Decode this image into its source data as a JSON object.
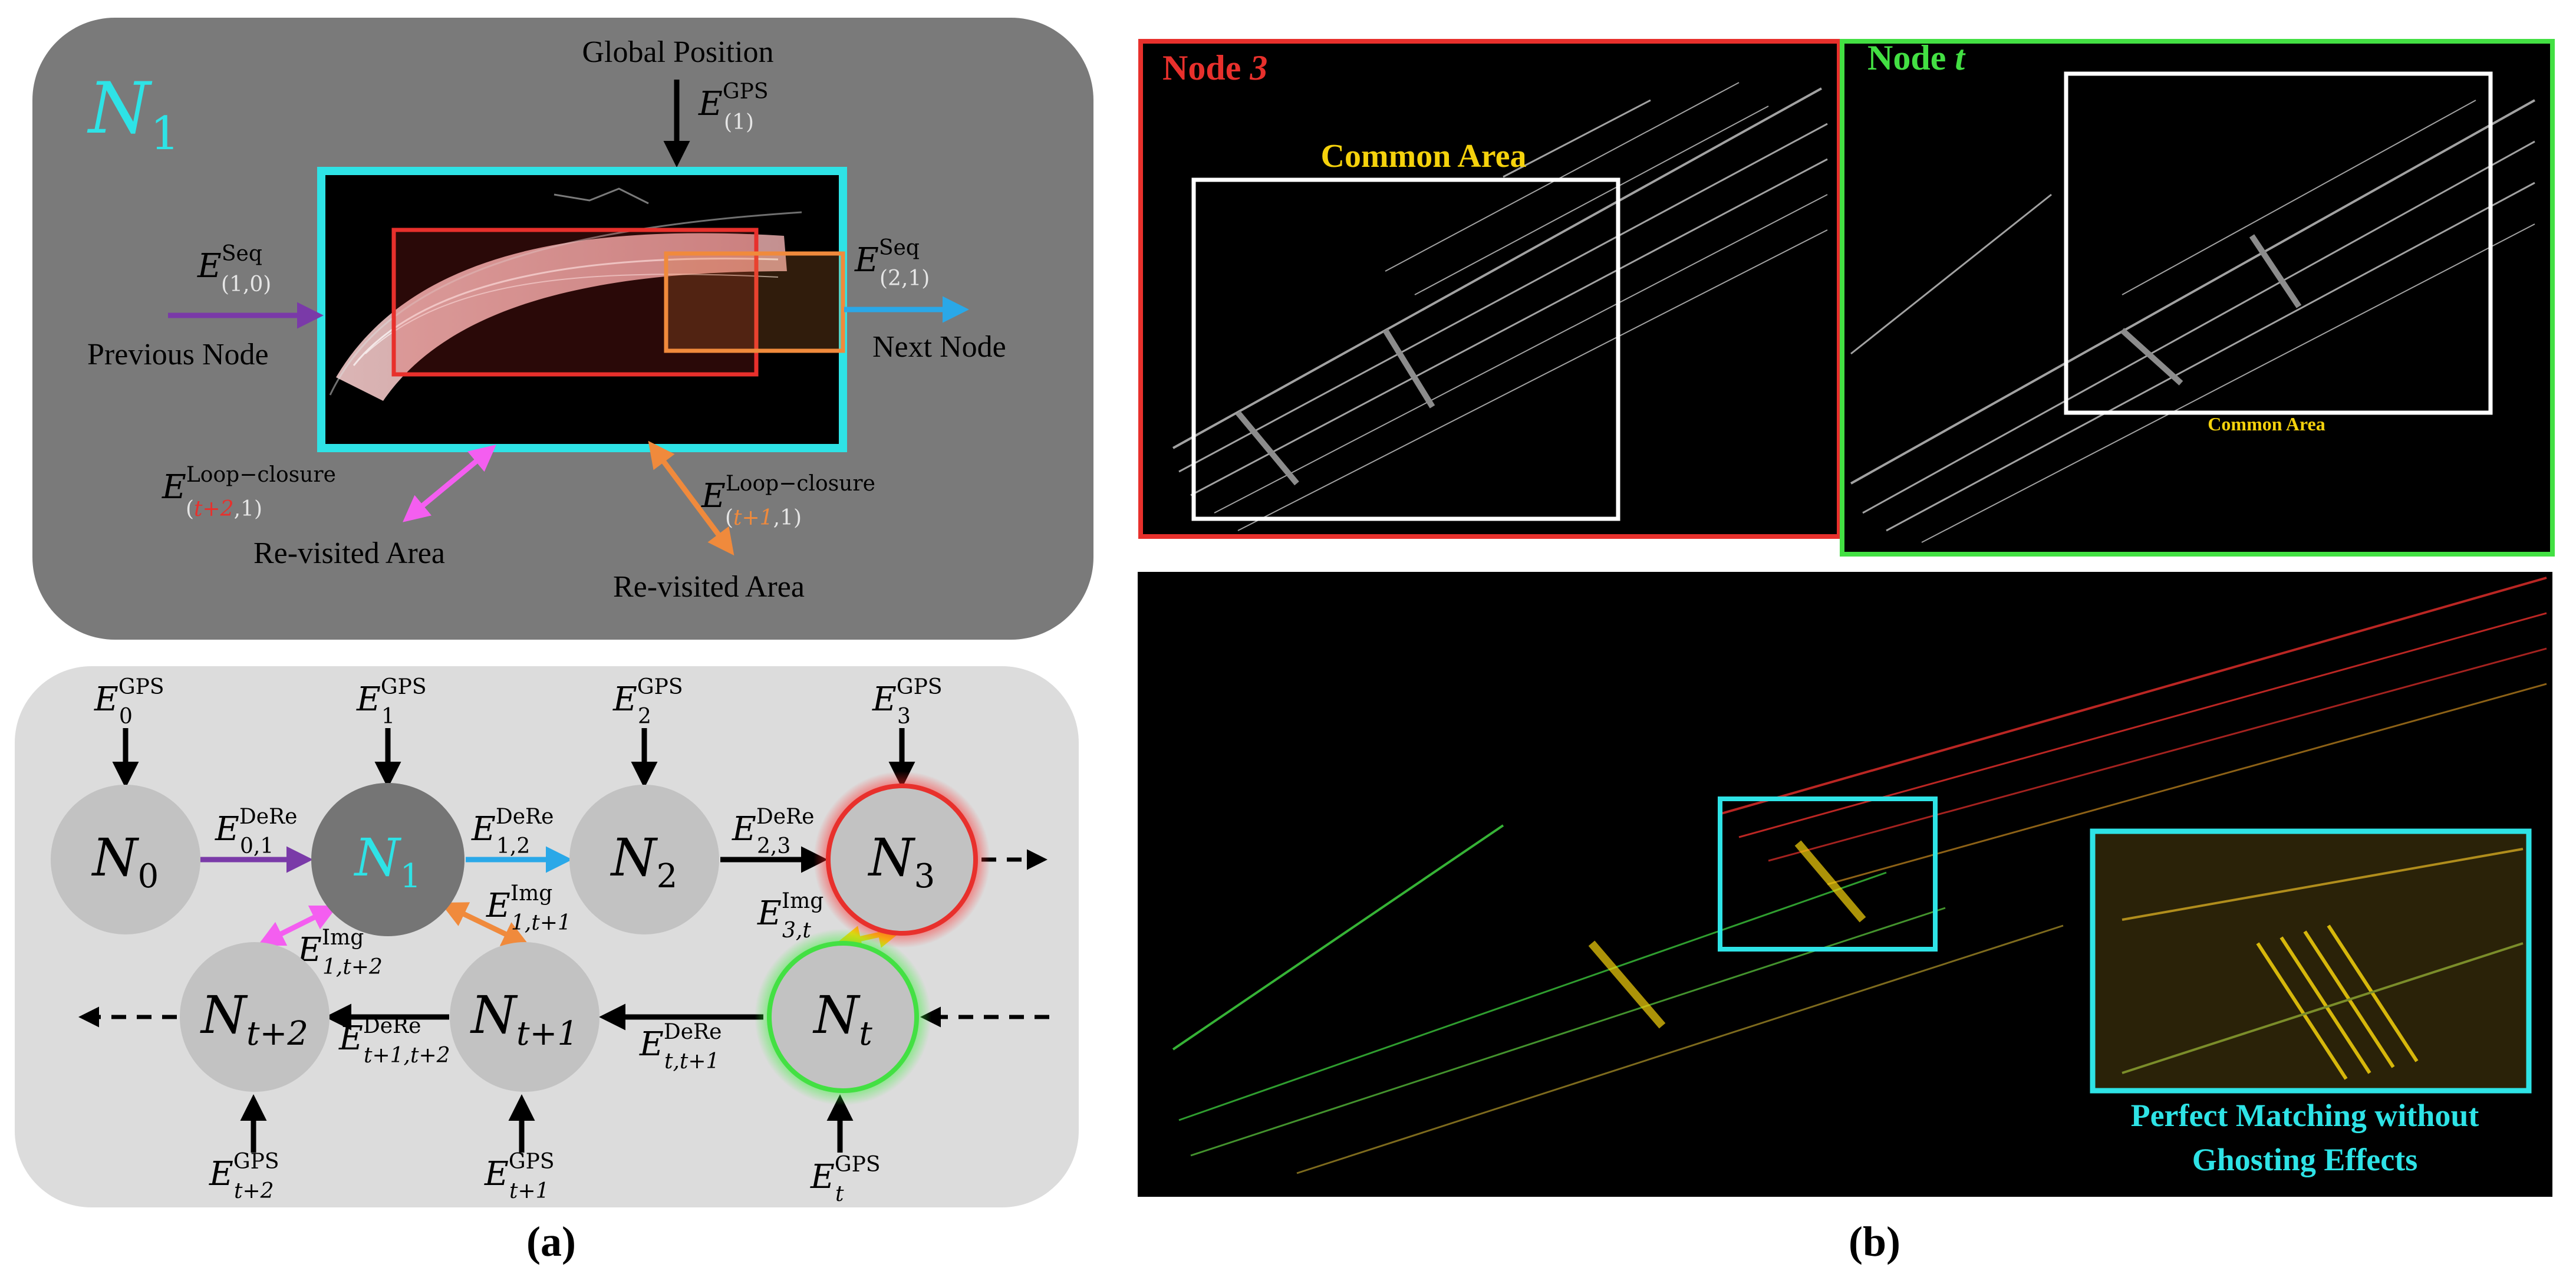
{
  "colors": {
    "cyan": "#2ee3e6",
    "red": "#e8302c",
    "green": "#43e043",
    "orange": "#f08a3c",
    "magenta": "#f45ef0",
    "purple": "#7a3aa8",
    "blue": "#2aa8e8",
    "yellow": "#f5d20c",
    "panel_dark": "#7a7a7a",
    "panel_light": "#dcdcdc",
    "node_fill": "#c2c2c2",
    "node_dark": "#757575"
  },
  "panel_a": {
    "top": {
      "title": {
        "base": "N",
        "sub": "1"
      },
      "global_position": "Global Position",
      "e_gps": {
        "base": "E",
        "sup": "GPS",
        "sub": "(1)"
      },
      "e_seq_prev": {
        "base": "E",
        "sup": "Seq",
        "sub": "(1,0)"
      },
      "e_seq_next": {
        "base": "E",
        "sup": "Seq",
        "sub": "(2,1)"
      },
      "previous_node": "Previous Node",
      "next_node": "Next Node",
      "e_loop_left": {
        "base": "E",
        "sup": "Loop−closure",
        "sub_open": "(",
        "sub_colored": "t+2",
        "sub_close": ",1)"
      },
      "e_loop_right": {
        "base": "E",
        "sup": "Loop−closure",
        "sub_open": "(",
        "sub_colored": "t+1",
        "sub_close": ",1)"
      },
      "revisited_left": "Re-visited Area",
      "revisited_right": "Re-visited Area"
    },
    "bottom": {
      "nodes": {
        "n0": {
          "base": "N",
          "sub": "0"
        },
        "n1": {
          "base": "N",
          "sub": "1"
        },
        "n2": {
          "base": "N",
          "sub": "2"
        },
        "n3": {
          "base": "N",
          "sub": "3"
        },
        "nt": {
          "base": "N",
          "sub": "t"
        },
        "nt1": {
          "base": "N",
          "sub": "t+1"
        },
        "nt2": {
          "base": "N",
          "sub": "t+2"
        }
      },
      "gps": {
        "g0": {
          "base": "E",
          "sup": "GPS",
          "sub": "0"
        },
        "g1": {
          "base": "E",
          "sup": "GPS",
          "sub": "1"
        },
        "g2": {
          "base": "E",
          "sup": "GPS",
          "sub": "2"
        },
        "g3": {
          "base": "E",
          "sup": "GPS",
          "sub": "3"
        },
        "gt2": {
          "base": "E",
          "sup": "GPS",
          "sub": "t+2"
        },
        "gt1": {
          "base": "E",
          "sup": "GPS",
          "sub": "t+1"
        },
        "gt": {
          "base": "E",
          "sup": "GPS",
          "sub": "t"
        }
      },
      "edges": {
        "e01": {
          "base": "E",
          "sup": "DeRe",
          "sub": "0,1"
        },
        "e12": {
          "base": "E",
          "sup": "DeRe",
          "sub": "1,2"
        },
        "e23": {
          "base": "E",
          "sup": "DeRe",
          "sub": "2,3"
        },
        "ett1": {
          "base": "E",
          "sup": "DeRe",
          "sub": "t,t+1"
        },
        "et1t2": {
          "base": "E",
          "sup": "DeRe",
          "sub": "t+1,t+2"
        },
        "img1t1": {
          "base": "E",
          "sup": "Img",
          "sub": "1,t+1"
        },
        "img1t2": {
          "base": "E",
          "sup": "Img",
          "sub": "1,t+2"
        },
        "img3t": {
          "base": "E",
          "sup": "Img",
          "sub": "3,t"
        }
      }
    },
    "caption": "(a)"
  },
  "panel_b": {
    "node3_label": {
      "text": "Node ",
      "italic": "3"
    },
    "nodet_label": {
      "text": "Node ",
      "italic": "t"
    },
    "common_area_large": "Common Area",
    "common_area_small": "Common Area",
    "merged_caption_line1": "Perfect Matching without",
    "merged_caption_line2": "Ghosting Effects",
    "caption": "(b)"
  }
}
